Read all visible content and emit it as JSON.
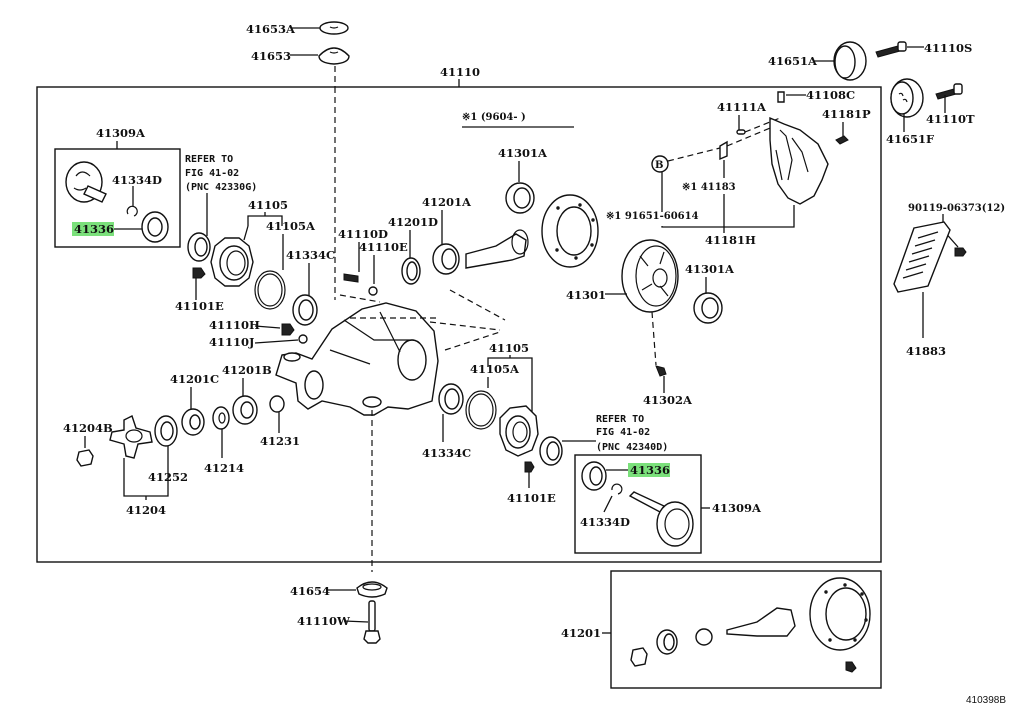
{
  "diagram": {
    "type": "exploded-parts-diagram",
    "footer_code": "410398B",
    "highlight_color": "#7be07b",
    "assembly_label": "41110",
    "note_header": "※1 (9604-      )",
    "labels": {
      "p41653A": "41653A",
      "p41653": "41653",
      "p41110": "41110",
      "p41651A": "41651A",
      "p41110S": "41110S",
      "p41651F": "41651F",
      "p41110T": "41110T",
      "p41309A_top": "41309A",
      "p41334D_top": "41334D",
      "p41336_top": "41336",
      "p41105_top": "41105",
      "p41105A_top": "41105A",
      "p41334C_top": "41334C",
      "p41101E_top": "41101E",
      "p41110H": "41110H",
      "p41110J": "41110J",
      "p41110D": "41110D",
      "p41110E": "41110E",
      "p41201D": "41201D",
      "p41201A": "41201A",
      "p41301A_top": "41301A",
      "p41111A": "41111A",
      "p41108C": "41108C",
      "p41181P": "41181P",
      "p41183": "※1 41183",
      "p91651": "※1 91651-60614",
      "p41181H": "41181H",
      "circle_b": "B",
      "p90119": "90119-06373(12)",
      "p41883": "41883",
      "p41301": "41301",
      "p41301A_mid": "41301A",
      "p41302A": "41302A",
      "p41201C": "41201C",
      "p41201B": "41201B",
      "p41204B": "41204B",
      "p41231": "41231",
      "p41214": "41214",
      "p41252": "41252",
      "p41204": "41204",
      "p41105_bot": "41105",
      "p41105A_bot": "41105A",
      "p41334C_bot": "41334C",
      "p41101E_bot": "41101E",
      "p41336_bot": "41336",
      "p41334D_bot": "41334D",
      "p41309A_bot": "41309A",
      "p41654": "41654",
      "p41110W": "41110W",
      "p41201": "41201"
    },
    "refer_top": [
      "REFER TO",
      "FIG 41-02",
      "(PNC 42330G)"
    ],
    "refer_bot": [
      "REFER TO",
      "FIG 41-02",
      "(PNC 42340D)"
    ],
    "highlighted_parts": [
      "41336"
    ]
  }
}
